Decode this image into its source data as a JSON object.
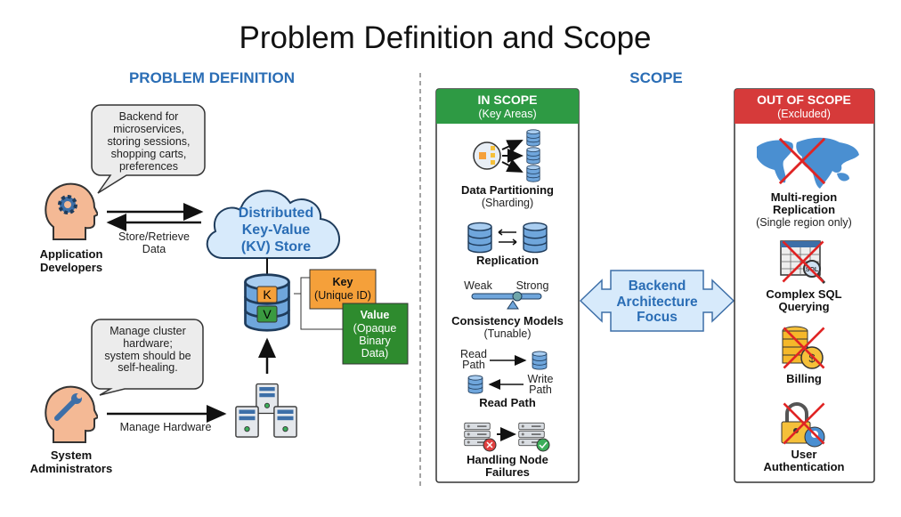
{
  "title": "Problem Definition and Scope",
  "colors": {
    "accent_blue": "#2a6db5",
    "in_scope_green": "#2e9a44",
    "out_scope_red": "#d63a3a",
    "key_orange": "#f5a03a",
    "value_green": "#2e8b2e"
  },
  "problem": {
    "heading": "PROBLEM DEFINITION",
    "dev_bubble": [
      "Backend for",
      "microservices,",
      "storing sessions,",
      "shopping carts,",
      "preferences"
    ],
    "dev_label": [
      "Application",
      "Developers"
    ],
    "dev_icon": "head-gear-icon",
    "store_label": [
      "Store/Retrieve",
      "Data"
    ],
    "cloud": [
      "Distributed",
      "Key-Value",
      "(KV) Store"
    ],
    "db_letters": [
      "K",
      "V"
    ],
    "key_box": [
      "Key",
      "(Unique ID)"
    ],
    "value_box": [
      "Value",
      "(Opaque",
      "Binary",
      "Data)"
    ],
    "admin_bubble": [
      "Manage cluster",
      "hardware;",
      "system should be",
      "self-healing."
    ],
    "admin_label": [
      "System",
      "Administrators"
    ],
    "admin_icon": "head-wrench-icon",
    "hardware_label": "Manage Hardware"
  },
  "scope": {
    "heading": "SCOPE",
    "center": [
      "Backend",
      "Architecture",
      "Focus"
    ],
    "in_scope": {
      "title": "IN SCOPE",
      "subtitle": "(Key Areas)",
      "partitioning": [
        "Data Partitioning",
        "(Sharding)"
      ],
      "replication": "Replication",
      "weak": "Weak",
      "strong": "Strong",
      "consistency": [
        "Consistency Models",
        "(Tunable)"
      ],
      "read_path_small": [
        "Read",
        "Path"
      ],
      "write_path_small": [
        "Write",
        "Path"
      ],
      "read_path": "Read Path",
      "failures": [
        "Handling Node",
        "Failures"
      ]
    },
    "out_scope": {
      "title": "OUT OF SCOPE",
      "subtitle": "(Excluded)",
      "multiregion": [
        "Multi-region",
        "Replication",
        "(Single region only)"
      ],
      "sql": [
        "Complex SQL",
        "Querying"
      ],
      "sql_badge": "SQL",
      "billing": "Billing",
      "auth": [
        "User",
        "Authentication"
      ]
    }
  }
}
